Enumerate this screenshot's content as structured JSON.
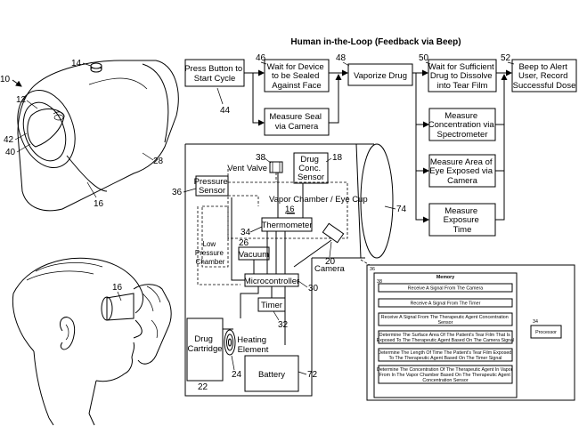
{
  "title": "Human in-the-Loop (Feedback via Beep)",
  "flow": {
    "press_button": [
      "Press Button to",
      "Start Cycle"
    ],
    "wait_seal": [
      "Wait for Device",
      "to be Sealed",
      "Against Face"
    ],
    "vaporize": [
      "Vaporize Drug"
    ],
    "wait_dissolve": [
      "Wait for Sufficient",
      "Drug to Dissolve",
      "into Tear  Film"
    ],
    "beep": [
      "Beep to Alert",
      "User, Record",
      "Successful Dose"
    ],
    "measure_seal": [
      "Measure Seal",
      "via Camera"
    ],
    "measure_conc": [
      "Measure",
      "Concentration via",
      "Spectrometer"
    ],
    "measure_area": [
      "Measure Area of",
      "Eye Exposed via",
      "Camera"
    ],
    "measure_time": [
      "Measure",
      "Exposure",
      "Time"
    ]
  },
  "device": {
    "vent_valve": "Vent Valve",
    "drug_conc_sensor": [
      "Drug",
      "Conc.",
      "Sensor"
    ],
    "pressure_sensor": [
      "Pressure",
      "Sensor"
    ],
    "vapor_chamber": "Vapor Chamber / Eye Cup",
    "vapor_chamber_num": "16",
    "thermometer": "Thermometer",
    "low_pressure_chamber": [
      "Low",
      "Pressure",
      "Chamber"
    ],
    "vacuum": "Vacuum",
    "camera": "Camera",
    "microcontroller": "Microcontroller",
    "timer": "Timer",
    "drug_cartridge": [
      "Drug",
      "Cartridge"
    ],
    "heating_element": [
      "Heating",
      "Element"
    ],
    "battery": "Battery"
  },
  "memory": {
    "title": "Memory",
    "items": [
      [
        "Receive A Signal From The Camera"
      ],
      [
        "Receive A Signal From The Timer"
      ],
      [
        "Receive A Signal From The Therapeutic Agent Concentration",
        "Sensor"
      ],
      [
        "Determine The Surface Area Of The Patient's Tear Film That Is",
        "Exposed To The Therapeutic Agent Based On The Camera Signal"
      ],
      [
        "Determine The Length Of Time The Patient's Tear Film Exposed",
        "To The Therapeutic Agent Based On The Timer Signal"
      ],
      [
        "Determine The Concentration Of The Therapeutic Agent In Vapor",
        "From In The Vapor Chamber Based On The Therapeutic Agent",
        "Concentration Sensor"
      ]
    ],
    "processor": "Processor"
  },
  "refs": {
    "r10": "10",
    "r12": "12",
    "r14": "14",
    "r16a": "16",
    "r28": "28",
    "r40": "40",
    "r42": "42",
    "r16b": "16",
    "r18": "18",
    "r20": "20",
    "r22": "22",
    "r24": "24",
    "r26": "26",
    "r30": "30",
    "r32": "32",
    "r34": "34",
    "r36": "36",
    "r38": "38",
    "r44": "44",
    "r46": "46",
    "r48": "48",
    "r50": "50",
    "r52": "52",
    "r72": "72",
    "r74": "74",
    "m36": "36",
    "m38": "38",
    "m34": "34"
  }
}
